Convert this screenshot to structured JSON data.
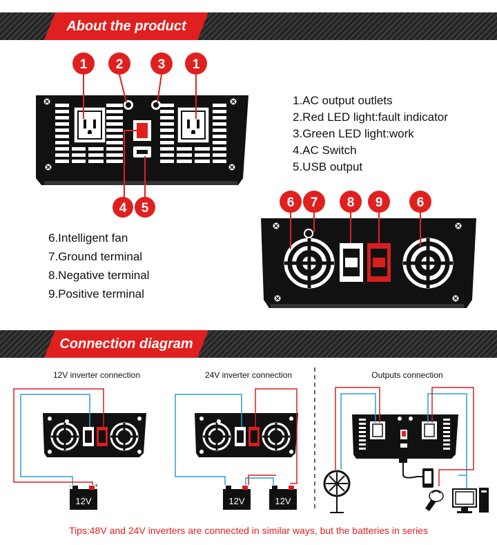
{
  "sections": {
    "about_title": "About the product",
    "connection_title": "Connection diagram"
  },
  "front_labels": [
    "1.AC output outlets",
    "2.Red LED light:fault indicator",
    "3.Green LED light:work",
    "4.AC Switch",
    "5.USB output"
  ],
  "back_labels": [
    "6.Intelligent fan",
    "7.Ground terminal",
    "8.Negative terminal",
    "9.Positive terminal"
  ],
  "markers": {
    "front_top": [
      "1",
      "2",
      "3",
      "1"
    ],
    "front_bottom": [
      "4",
      "5"
    ],
    "back_top": [
      "6",
      "7",
      "8",
      "9",
      "6"
    ]
  },
  "captions": {
    "c12": "12V inverter connection",
    "c24": "24V inverter connection",
    "outputs": "Outputs connection"
  },
  "battery_label": "12V",
  "tip": "Tips:48V and 24V inverters are connected in similar ways, but the batteries in series",
  "colors": {
    "accent": "#e0201f",
    "wire_red": "#d81e1e",
    "wire_blue": "#2a9bd8"
  }
}
